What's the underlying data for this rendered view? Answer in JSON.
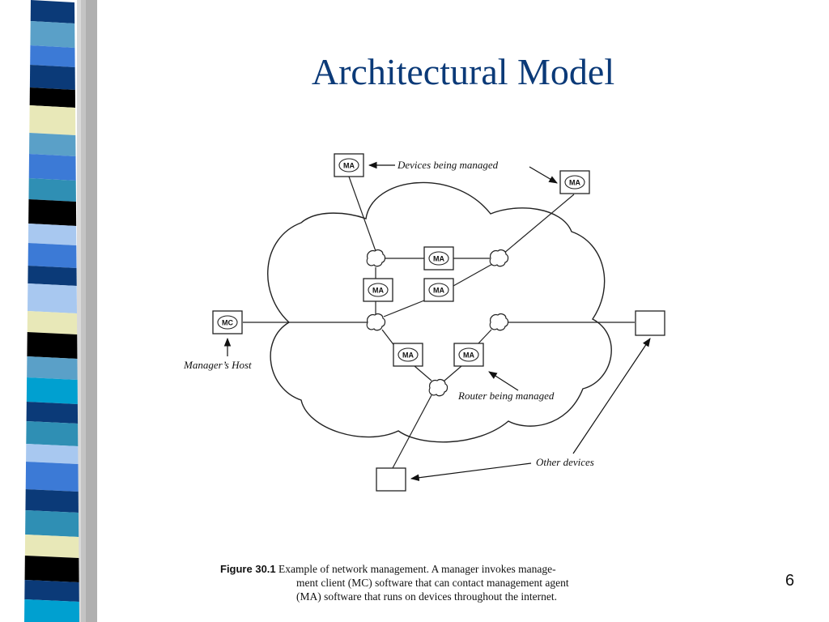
{
  "slide": {
    "title": "Architectural Model",
    "page_number": "6"
  },
  "theme": {
    "title_color": "#0b3a78",
    "stripe_colors": [
      "#0b3a78",
      "#3c7ad6",
      "#5aa0c8",
      "#000000",
      "#e8e8b8",
      "#2f8fb4",
      "#a8c8f0",
      "#00a0d0"
    ]
  },
  "diagram": {
    "device_labels": {
      "management_agent": "MA",
      "management_client": "MC"
    },
    "labels": {
      "devices_managed": "Devices being managed",
      "managers_host": "Manager’s Host",
      "router_managed": "Router being managed",
      "other_devices": "Other devices"
    }
  },
  "caption": {
    "figure_label": "Figure 30.1",
    "line1": "Example of network management.  A manager invokes manage-",
    "line2": "ment client (MC) software that can contact management agent",
    "line3": "(MA) software that runs on devices throughout the internet."
  }
}
